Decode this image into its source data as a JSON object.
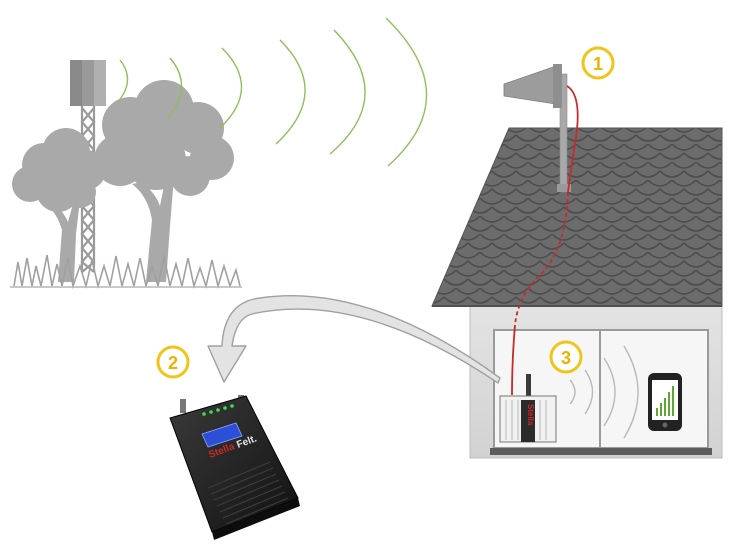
{
  "diagram": {
    "steps": [
      {
        "id": 1,
        "label": "1"
      },
      {
        "id": 2,
        "label": "2"
      },
      {
        "id": 3,
        "label": "3"
      }
    ],
    "repeater_brand": {
      "part1": "Stella",
      "part2": "Felt."
    },
    "colors": {
      "signal_wave": "#8fbf5a",
      "badge_border": "#f0c419",
      "badge_text": "#e8b400",
      "cable": "#c62a2a",
      "arrow_fill": "#e3e3e3",
      "roof": "#6f6f6f",
      "tree": "#a9a9a9",
      "phone_bars": "#5ea82f"
    }
  }
}
